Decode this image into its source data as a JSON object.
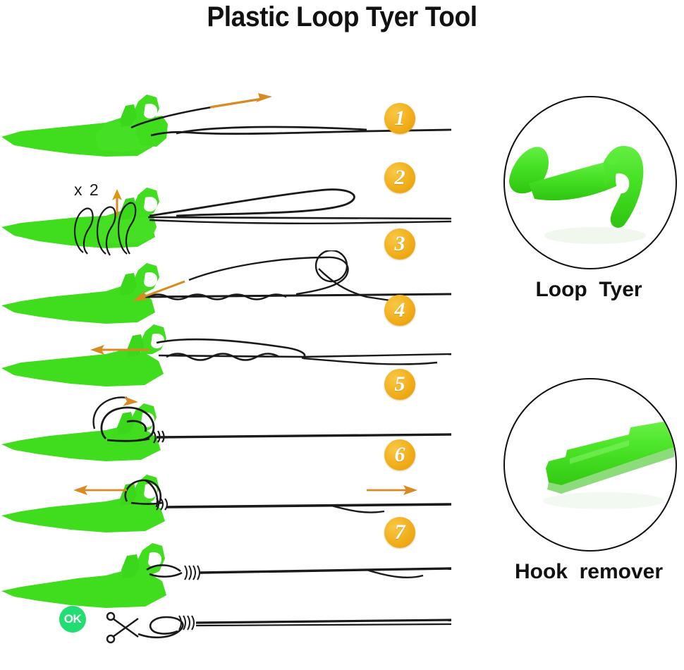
{
  "page": {
    "title": "Plastic Loop Tyer Tool",
    "background_color": "#ffffff"
  },
  "colors": {
    "tool_green": "#3fdd1e",
    "tool_green_dark": "#2cc013",
    "tool_green_light": "#6ef04a",
    "badge_orange": "#f0ab16",
    "badge_text": "#ffffff",
    "ok_green": "#24dd72",
    "line_black": "#1a1a1a",
    "arrow_orange": "#d98a22",
    "title_black": "#111111"
  },
  "steps": [
    {
      "number": "1",
      "badge_name": "step-badge-1",
      "description": "Pass the line through the loop tyer head and pull the arrow direction",
      "arrow": "diagonal-up-right",
      "arrow_color": "#d98a22"
    },
    {
      "number": "2",
      "badge_name": "step-badge-2",
      "description": "Wrap the line twice around the tool shaft",
      "annotation": "x 2",
      "arrow": "up",
      "arrow_color": "#d98a22"
    },
    {
      "number": "3",
      "badge_name": "step-badge-3",
      "description": "Bring the tag end back toward the hook",
      "arrow": "left",
      "arrow_color": "#d98a22"
    },
    {
      "number": "4",
      "badge_name": "step-badge-4",
      "description": "Pull the tool to the left to tighten the twists",
      "arrow": "left",
      "arrow_color": "#d98a22"
    },
    {
      "number": "5",
      "badge_name": "step-badge-5",
      "description": "Rotate the loop onto the tool head",
      "arrow": "rotate-clockwise",
      "arrow_color": "#d98a22"
    },
    {
      "number": "6",
      "badge_name": "step-badge-6",
      "description": "Pull both ends apart to seat the knot",
      "arrow": "left-and-right",
      "arrow_color": "#d98a22"
    },
    {
      "number": "7",
      "badge_name": "step-badge-7",
      "description": "Finished loop knot formed on the tool",
      "arrow": "none",
      "arrow_color": "#d98a22"
    }
  ],
  "final_step": {
    "ok_label": "OK",
    "icon": "scissors-icon",
    "description": "Trim the tag end with scissors"
  },
  "annotations": {
    "wrap_count": "x 2"
  },
  "products": [
    {
      "caption": "Loop  Tyer",
      "photo_name": "loop-tyer-photo",
      "shape": "hooked-head-tool"
    },
    {
      "caption": "Hook  remover",
      "photo_name": "hook-remover-photo",
      "shape": "notched-bar-tool"
    }
  ]
}
